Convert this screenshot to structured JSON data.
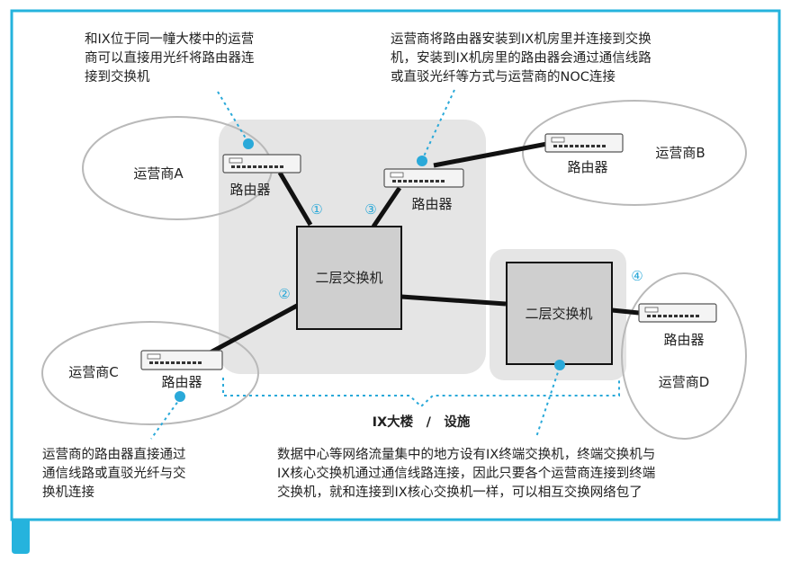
{
  "colors": {
    "frame": "#25b3dd",
    "dotted": "#2aa9d9",
    "facility_fill": "#e5e5e5",
    "switch_fill": "#cfcfcf",
    "cable": "#111111"
  },
  "captions": {
    "top_left": [
      "和IX位于同一幢大楼中的运营",
      "商可以直接用光纤将路由器连",
      "接到交换机"
    ],
    "top_right": [
      "运营商将路由器安装到IX机房里并连接到交换",
      "机，安装到IX机房里的路由器会通过通信线路",
      "或直驳光纤等方式与运营商的NOC连接"
    ],
    "bottom_left": [
      "运营商的路由器直接通过",
      "通信线路或直驳光纤与交",
      "换机连接"
    ],
    "bottom_right": [
      "数据中心等网络流量集中的地方设有IX终端交换机，终端交换机与",
      "IX核心交换机通过通信线路连接，因此只要各个运营商连接到终端",
      "交换机，就和连接到IX核心交换机一样，可以相互交换网络包了"
    ]
  },
  "operators": {
    "a": "运营商A",
    "b": "运营商B",
    "c": "运营商C",
    "d": "运营商D"
  },
  "router_label": "路由器",
  "switch_label": "二层交换机",
  "facility_label": "IX大楼　/　设施",
  "markers": {
    "m1": "①",
    "m2": "②",
    "m3": "③",
    "m4": "④"
  },
  "icons": {
    "router": "router-icon",
    "switch": "switch-box"
  }
}
